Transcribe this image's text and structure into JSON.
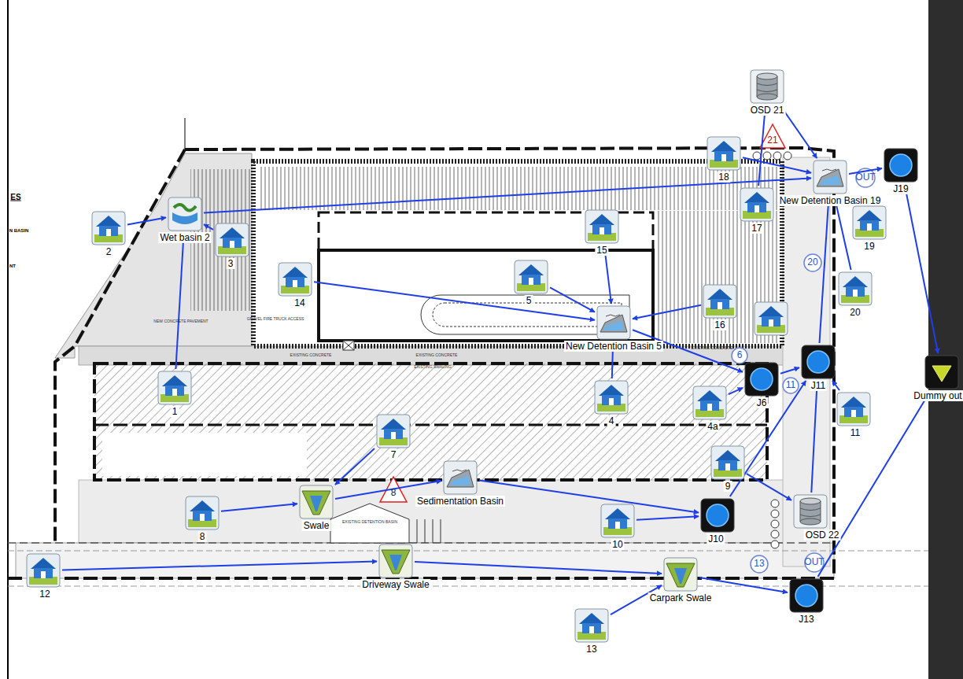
{
  "diagram": {
    "nodes": [
      {
        "text": [
          "2"
        ]
      },
      {
        "text": [
          "Wet basin 2"
        ]
      },
      {
        "text": [
          "3"
        ]
      },
      {
        "text": [
          "14"
        ]
      },
      {
        "text": [
          "1"
        ]
      },
      {
        "text": [
          "15"
        ]
      },
      {
        "text": [
          "5"
        ]
      },
      {
        "text": [
          "New Detention Basin 5"
        ]
      },
      {
        "text": [
          "16"
        ]
      },
      {
        "text": [
          "4"
        ]
      },
      {
        "text": [
          "4a"
        ]
      },
      {
        "text": [
          "7"
        ]
      },
      {
        "text": [
          "8"
        ]
      },
      {
        "text": [
          "Swale"
        ]
      },
      {
        "text": [
          "Sedimentation Basin"
        ]
      },
      {
        "text": [
          "9"
        ]
      },
      {
        "text": [
          "10"
        ]
      },
      {
        "text": [
          "12"
        ]
      },
      {
        "text": [
          "Driveway Swale"
        ]
      },
      {
        "text": [
          "Carpark Swale"
        ]
      },
      {
        "text": [
          "13"
        ]
      },
      {
        "text": [
          "J13"
        ]
      },
      {
        "text": [
          "J10"
        ]
      },
      {
        "text": [
          "OSD 22"
        ]
      },
      {
        "text": [
          "J6"
        ]
      },
      {
        "text": [
          "J11"
        ]
      },
      {
        "text": [
          "11"
        ]
      },
      {
        "text": [
          "OSD 21"
        ]
      },
      {
        "text": [
          "18"
        ]
      },
      {
        "text": [
          "17"
        ]
      },
      {
        "text": [
          "New Detention Basin 19"
        ]
      },
      {
        "text": [
          "J19"
        ]
      },
      {
        "text": [
          "19"
        ]
      },
      {
        "text": [
          "20"
        ]
      },
      {
        "text": [
          "Dummy out"
        ]
      }
    ],
    "edges": [
      {
        "from": 0,
        "to": 1,
        "arrow": "to"
      },
      {
        "from": 2,
        "to": 1,
        "arrow": "to"
      },
      {
        "from": 4,
        "to": 1,
        "arrow": "to"
      },
      {
        "from": 1,
        "to": 30,
        "arrow": "to"
      },
      {
        "from": 3,
        "to": 7,
        "arrow": "to"
      },
      {
        "from": 6,
        "to": 7,
        "arrow": "to"
      },
      {
        "from": 5,
        "to": 7,
        "arrow": "to"
      },
      {
        "from": 8,
        "to": 7,
        "arrow": "to"
      },
      {
        "from": 9,
        "to": 7,
        "arrow": "to"
      },
      {
        "from": 7,
        "to": 24,
        "arrow": "to"
      },
      {
        "from": 10,
        "to": 24,
        "arrow": "to"
      },
      {
        "from": 11,
        "to": 13,
        "arrow": "to"
      },
      {
        "from": 12,
        "to": 13,
        "arrow": "to"
      },
      {
        "from": 13,
        "to": 14,
        "arrow": "to"
      },
      {
        "from": 14,
        "to": 22,
        "arrow": "to"
      },
      {
        "from": 16,
        "to": 22,
        "arrow": "to"
      },
      {
        "from": 15,
        "to": 23,
        "arrow": "to"
      },
      {
        "from": 22,
        "to": 25,
        "arrow": "to"
      },
      {
        "from": 24,
        "to": 25,
        "arrow": "to"
      },
      {
        "from": 23,
        "to": 25,
        "arrow": "to"
      },
      {
        "from": 26,
        "to": 25,
        "arrow": "to"
      },
      {
        "from": 25,
        "to": 30,
        "arrow": "to"
      },
      {
        "from": 17,
        "to": 18,
        "arrow": "to"
      },
      {
        "from": 18,
        "to": 19,
        "arrow": "to"
      },
      {
        "from": 20,
        "to": 19,
        "arrow": "to"
      },
      {
        "from": 19,
        "to": 21,
        "arrow": "to"
      },
      {
        "from": 21,
        "to": 34,
        "arrow": "to"
      },
      {
        "from": 27,
        "to": 30,
        "arrow": "to"
      },
      {
        "from": 28,
        "to": 30,
        "arrow": "to"
      },
      {
        "from": 29,
        "to": 27,
        "arrow": "to"
      },
      {
        "from": 32,
        "to": 30,
        "arrow": "to"
      },
      {
        "from": 33,
        "to": 30,
        "arrow": "to"
      },
      {
        "from": 30,
        "to": 31,
        "arrow": "to"
      },
      {
        "from": 31,
        "to": 34,
        "arrow": "to"
      }
    ],
    "labels": [
      "21",
      "OUT",
      "20",
      "6",
      "11",
      "8",
      "13",
      "OUT",
      "ES",
      "N BASIN",
      "NT",
      "EXISTING CONCRETE",
      "EXISTING CONCRETE",
      "EXISTING CONCRETE",
      "NEW CONCRETE PAVEMENT",
      "GRAVEL FIRE TRUCK ACCESS",
      "EXISTING DETENTION BASIN",
      "EXISTING SWALING"
    ]
  }
}
